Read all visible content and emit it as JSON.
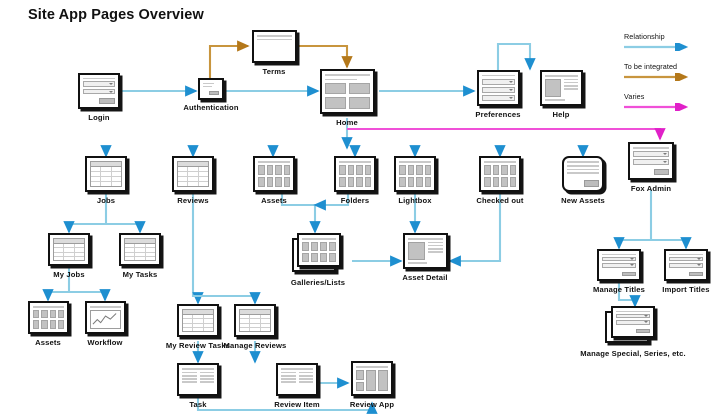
{
  "page": {
    "title": "Site App Pages Overview"
  },
  "legend": {
    "items": [
      {
        "label": "Relationship",
        "color": "#8CCDE4",
        "arrow_color": "#1E8FD0"
      },
      {
        "label": "To be integrated",
        "color": "#C8953E",
        "arrow_color": "#B4781A"
      },
      {
        "label": "Varies",
        "color": "#F050D8",
        "arrow_color": "#E020C8"
      }
    ]
  },
  "nodes": [
    {
      "id": "login",
      "label": "Login",
      "kind": "form"
    },
    {
      "id": "authentication",
      "label": "Authentication",
      "kind": "mini-form"
    },
    {
      "id": "terms",
      "label": "Terms",
      "kind": "text-page"
    },
    {
      "id": "home",
      "label": "Home",
      "kind": "dashboard"
    },
    {
      "id": "preferences",
      "label": "Preferences",
      "kind": "select-form"
    },
    {
      "id": "help",
      "label": "Help",
      "kind": "image-text"
    },
    {
      "id": "jobs",
      "label": "Jobs",
      "kind": "table"
    },
    {
      "id": "reviews",
      "label": "Reviews",
      "kind": "table"
    },
    {
      "id": "assets",
      "label": "Assets",
      "kind": "thumb-grid"
    },
    {
      "id": "folders",
      "label": "Folders",
      "kind": "thumb-grid"
    },
    {
      "id": "lightbox",
      "label": "Lightbox",
      "kind": "thumb-grid"
    },
    {
      "id": "checkedout",
      "label": "Checked out",
      "kind": "thumb-grid"
    },
    {
      "id": "newassets",
      "label": "New Assets",
      "kind": "rounded-form"
    },
    {
      "id": "foxadmin",
      "label": "Fox Admin",
      "kind": "form"
    },
    {
      "id": "myjobs",
      "label": "My Jobs",
      "kind": "table"
    },
    {
      "id": "mytasks",
      "label": "My Tasks",
      "kind": "table"
    },
    {
      "id": "galleries",
      "label": "Galleries/Lists",
      "kind": "stacked-grid"
    },
    {
      "id": "assetdetail",
      "label": "Asset Detail",
      "kind": "image-text"
    },
    {
      "id": "managetitles",
      "label": "Manage Titles",
      "kind": "form"
    },
    {
      "id": "importtitles",
      "label": "Import Titles",
      "kind": "form"
    },
    {
      "id": "assets2",
      "label": "Assets",
      "kind": "thumb-grid"
    },
    {
      "id": "workflow",
      "label": "Workflow",
      "kind": "chart"
    },
    {
      "id": "myreviewtasks",
      "label": "My Review Tasks",
      "kind": "table"
    },
    {
      "id": "managereviews",
      "label": "Manage Reviews",
      "kind": "table"
    },
    {
      "id": "managespecial",
      "label": "Manage Special, Series, etc.",
      "kind": "stacked-form"
    },
    {
      "id": "task",
      "label": "Task",
      "kind": "two-col-text"
    },
    {
      "id": "reviewitem",
      "label": "Review Item",
      "kind": "two-col-text"
    },
    {
      "id": "reviewapp",
      "label": "Review App",
      "kind": "panel-app"
    }
  ]
}
